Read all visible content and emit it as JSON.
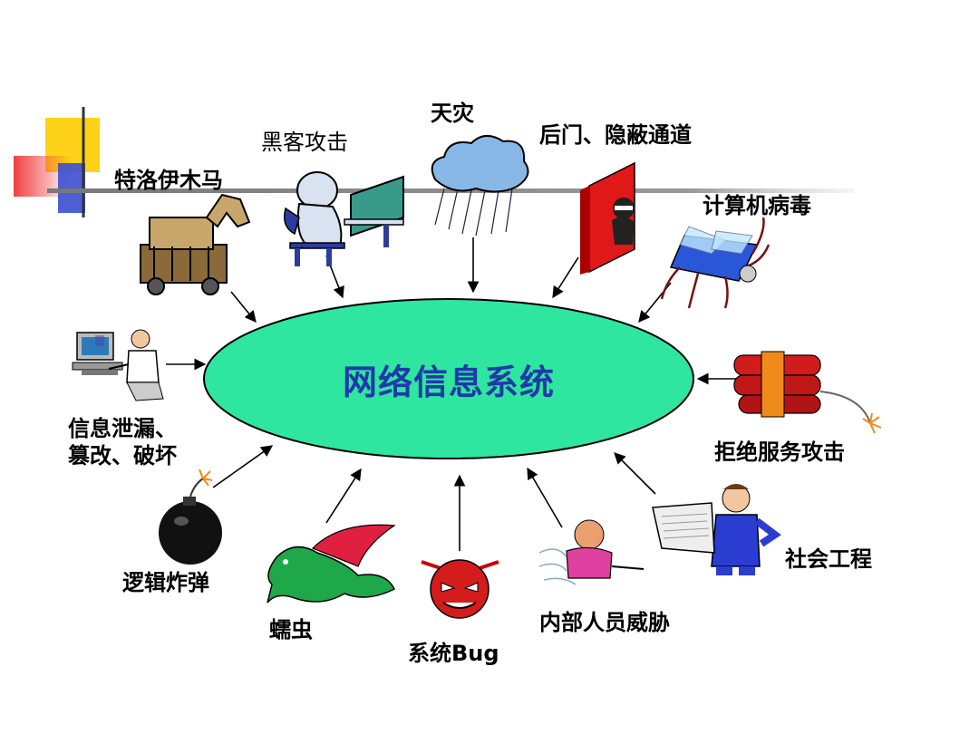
{
  "center": {
    "label": "网络信息系统",
    "fill": "#2ee6a0",
    "text_color": "#1f3aa8"
  },
  "threats": {
    "trojan": "特洛伊木马",
    "hacker": "黑客攻击",
    "disaster": "天灾",
    "backdoor": "后门、隐蔽通道",
    "virus": "计算机病毒",
    "leak_line1": "信息泄漏、",
    "leak_line2": "篡改、破坏",
    "dos": "拒绝服务攻击",
    "logic_bomb": "逻辑炸弹",
    "worm": "蠕虫",
    "bug": "系统Bug",
    "insider": "内部人员威胁",
    "social": "社会工程"
  },
  "colors": {
    "deco_yellow": "#ffd21a",
    "deco_red": "#f04040",
    "deco_blue": "#3a4fd0",
    "arrow": "#000000"
  }
}
